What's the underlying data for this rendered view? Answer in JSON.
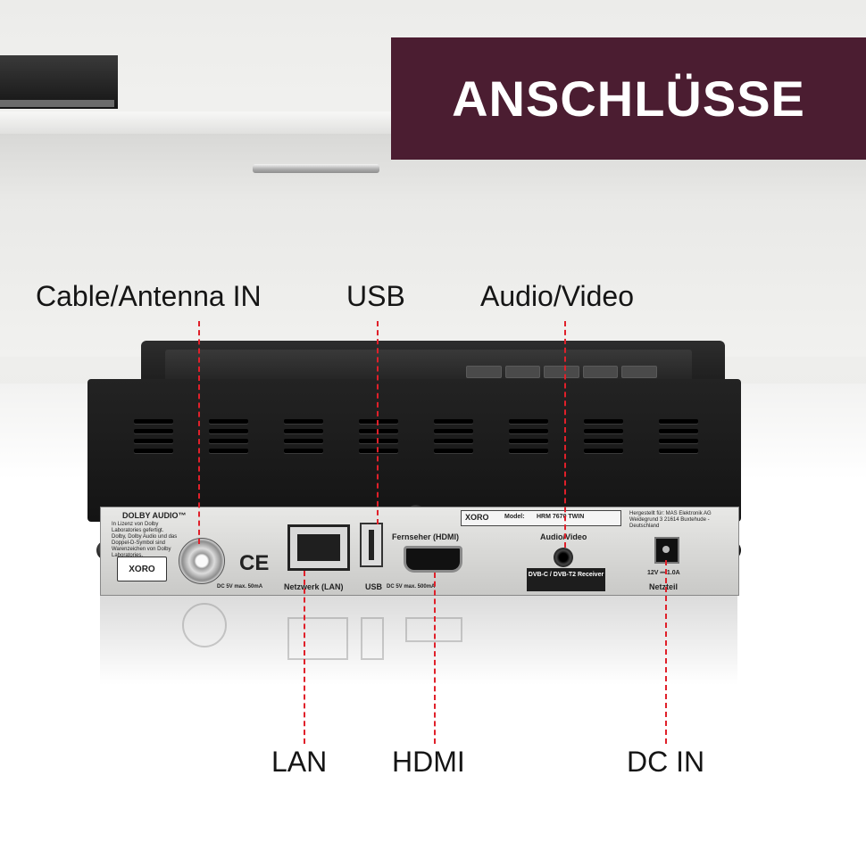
{
  "banner": {
    "title": "ANSCHLÜSSE",
    "color": "#4b1d31"
  },
  "labels": {
    "cable_antenna": "Cable/Antenna IN",
    "usb": "USB",
    "audio_video": "Audio/Video",
    "lan": "LAN",
    "hdmi": "HDMI",
    "dc_in": "DC IN"
  },
  "line_color": "#e0202a",
  "device": {
    "brand": "XORO",
    "brand_sub": "MAS Elektronik AG",
    "model_label": "Model:",
    "model_name": "HRM 7670 TWIN",
    "dolby_title": "DOLBY AUDIO™",
    "dolby_text": "In Lizenz von Dolby Laboratories gefertigt. Dolby, Dolby Audio und das Doppel-D-Symbol sind Warenzeichen von Dolby Laboratories.",
    "antenna_text": "DC 5V max. 50mA",
    "lan_text": "Netzwerk (LAN)",
    "usb_text": "USB",
    "usb_spec": "DC 5V max. 500mA",
    "hdmi_text": "Fernseher (HDMI)",
    "av_text": "Audio/Video",
    "dvb_text": "DVB-C / DVB-T2 Receiver",
    "manufacturer_text": "Hergestellt für: MAS Elektronik AG Weidegrund 3 21614 Buxtehude - Deutschland",
    "power_spec": "12V ⎓ 1.0A",
    "power_text": "Netzteil",
    "ce_mark": "CE"
  }
}
